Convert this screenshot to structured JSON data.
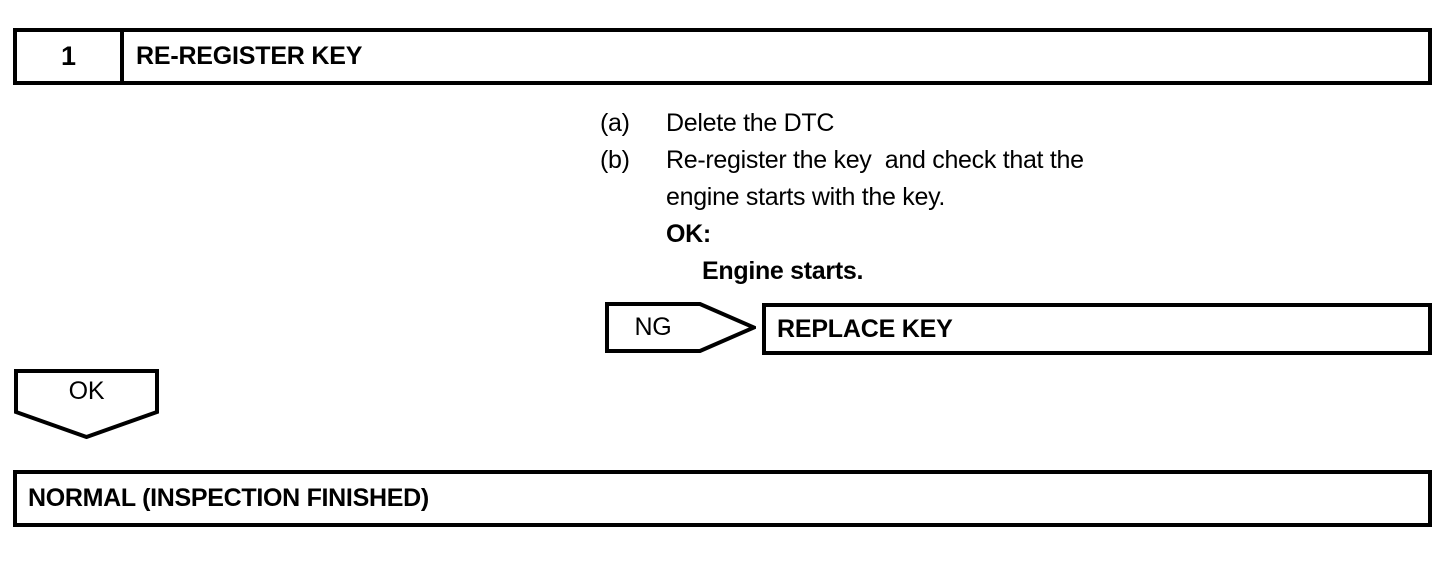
{
  "step": {
    "number": "1",
    "title": "RE-REGISTER KEY"
  },
  "instructions": [
    {
      "marker": "(a)",
      "text": "Delete the DTC"
    },
    {
      "marker": "(b)",
      "text": "Re-register the key  and check that the"
    },
    {
      "marker": "",
      "text": "engine starts with the key."
    },
    {
      "marker": "",
      "text": "OK:"
    },
    {
      "marker": "",
      "text": "Engine starts."
    }
  ],
  "branch_ng": {
    "label": "NG",
    "target": "REPLACE KEY"
  },
  "branch_ok": {
    "label": "OK"
  },
  "result": {
    "label": "NORMAL (INSPECTION FINISHED)"
  },
  "colors": {
    "line": "#000000",
    "background": "#ffffff",
    "text": "#000000"
  }
}
